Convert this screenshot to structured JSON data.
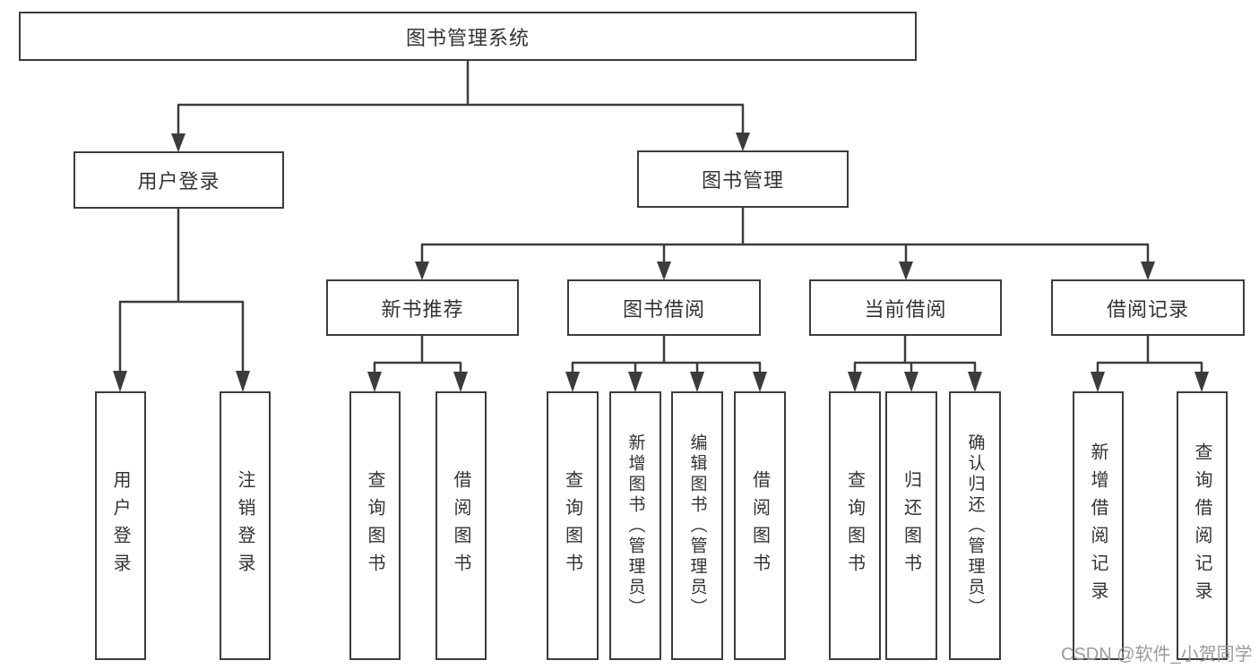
{
  "colors": {
    "line": "#3c3c3c",
    "box_border": "#3c3c3c",
    "box_fill": "#ffffff",
    "text": "#333333",
    "watermark": "#9b9b9b",
    "background": "#ffffff"
  },
  "watermark": {
    "text": "CSDN @软件_小贺同学"
  },
  "nodes": {
    "root": "图书管理系统",
    "user_login": "用户登录",
    "book_management": "图书管理",
    "new_book_recommend": "新书推荐",
    "book_borrow": "图书借阅",
    "current_borrow": "当前借阅",
    "borrow_record": "借阅记录",
    "leaf_user_login": "用户登录",
    "leaf_logout": "注销登录",
    "leaf_query_book_recommend": "查询图书",
    "leaf_borrow_book_recommend": "借阅图书",
    "leaf_query_book_borrow": "查询图书",
    "leaf_add_book_admin": "新增图书（管理员）",
    "leaf_edit_book_admin": "编辑图书（管理员）",
    "leaf_borrow_book_borrow": "借阅图书",
    "leaf_query_book_current": "查询图书",
    "leaf_return_book": "归还图书",
    "leaf_confirm_return_admin": "确认归还（管理员）",
    "leaf_add_borrow_record": "新增借阅记录",
    "leaf_query_borrow_record": "查询借阅记录"
  },
  "hierarchy": {
    "图书管理系统": {
      "用户登录": [
        "用户登录",
        "注销登录"
      ],
      "图书管理": {
        "新书推荐": [
          "查询图书",
          "借阅图书"
        ],
        "图书借阅": [
          "查询图书",
          "新增图书（管理员）",
          "编辑图书（管理员）",
          "借阅图书"
        ],
        "当前借阅": [
          "查询图书",
          "归还图书",
          "确认归还（管理员）"
        ],
        "借阅记录": [
          "新增借阅记录",
          "查询借阅记录"
        ]
      }
    }
  }
}
